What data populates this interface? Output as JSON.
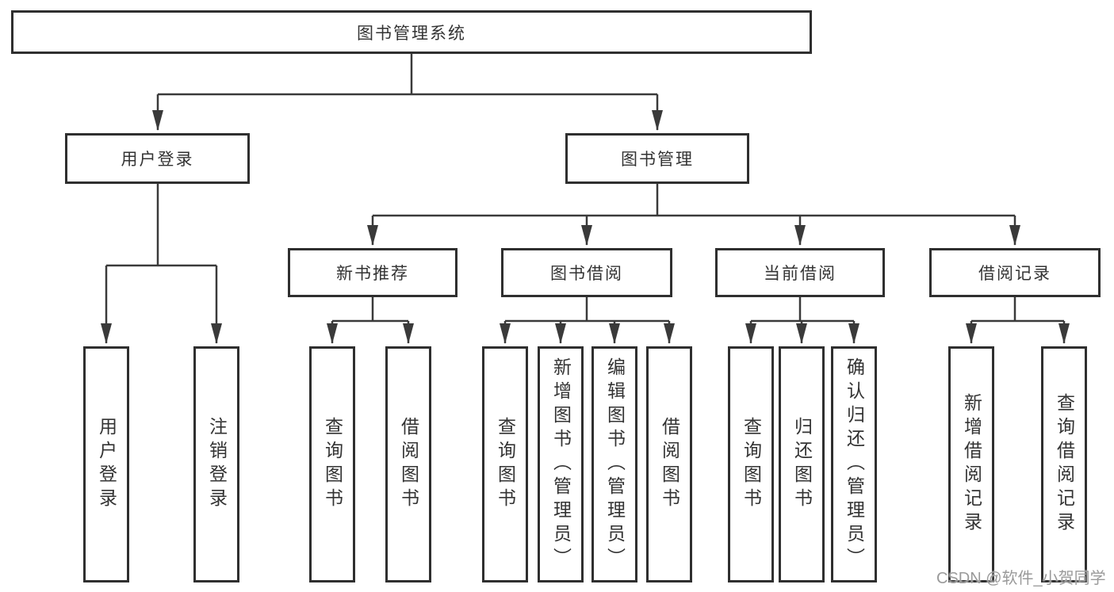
{
  "colors": {
    "background": "#ffffff",
    "box_border": "#2f2f2f",
    "connector_line": "#3a3a3a",
    "text": "#333333",
    "watermark": "#9a9a9a"
  },
  "nodes": {
    "root": {
      "label": "图书管理系统"
    },
    "level2": [
      {
        "label": "用户登录"
      },
      {
        "label": "图书管理"
      }
    ],
    "level3": [
      {
        "label": "新书推荐"
      },
      {
        "label": "图书借阅"
      },
      {
        "label": "当前借阅"
      },
      {
        "label": "借阅记录"
      }
    ],
    "leaves": [
      {
        "label": "用户登录"
      },
      {
        "label": "注销登录"
      },
      {
        "label": "查询图书"
      },
      {
        "label": "借阅图书"
      },
      {
        "label": "查询图书"
      },
      {
        "label": "新增图书（管理员）"
      },
      {
        "label": "编辑图书（管理员）"
      },
      {
        "label": "借阅图书"
      },
      {
        "label": "查询图书"
      },
      {
        "label": "归还图书"
      },
      {
        "label": "确认归还（管理员）"
      },
      {
        "label": "新增借阅记录"
      },
      {
        "label": "查询借阅记录"
      }
    ]
  },
  "watermark": {
    "text": "CSDN @软件_小贺同学"
  }
}
